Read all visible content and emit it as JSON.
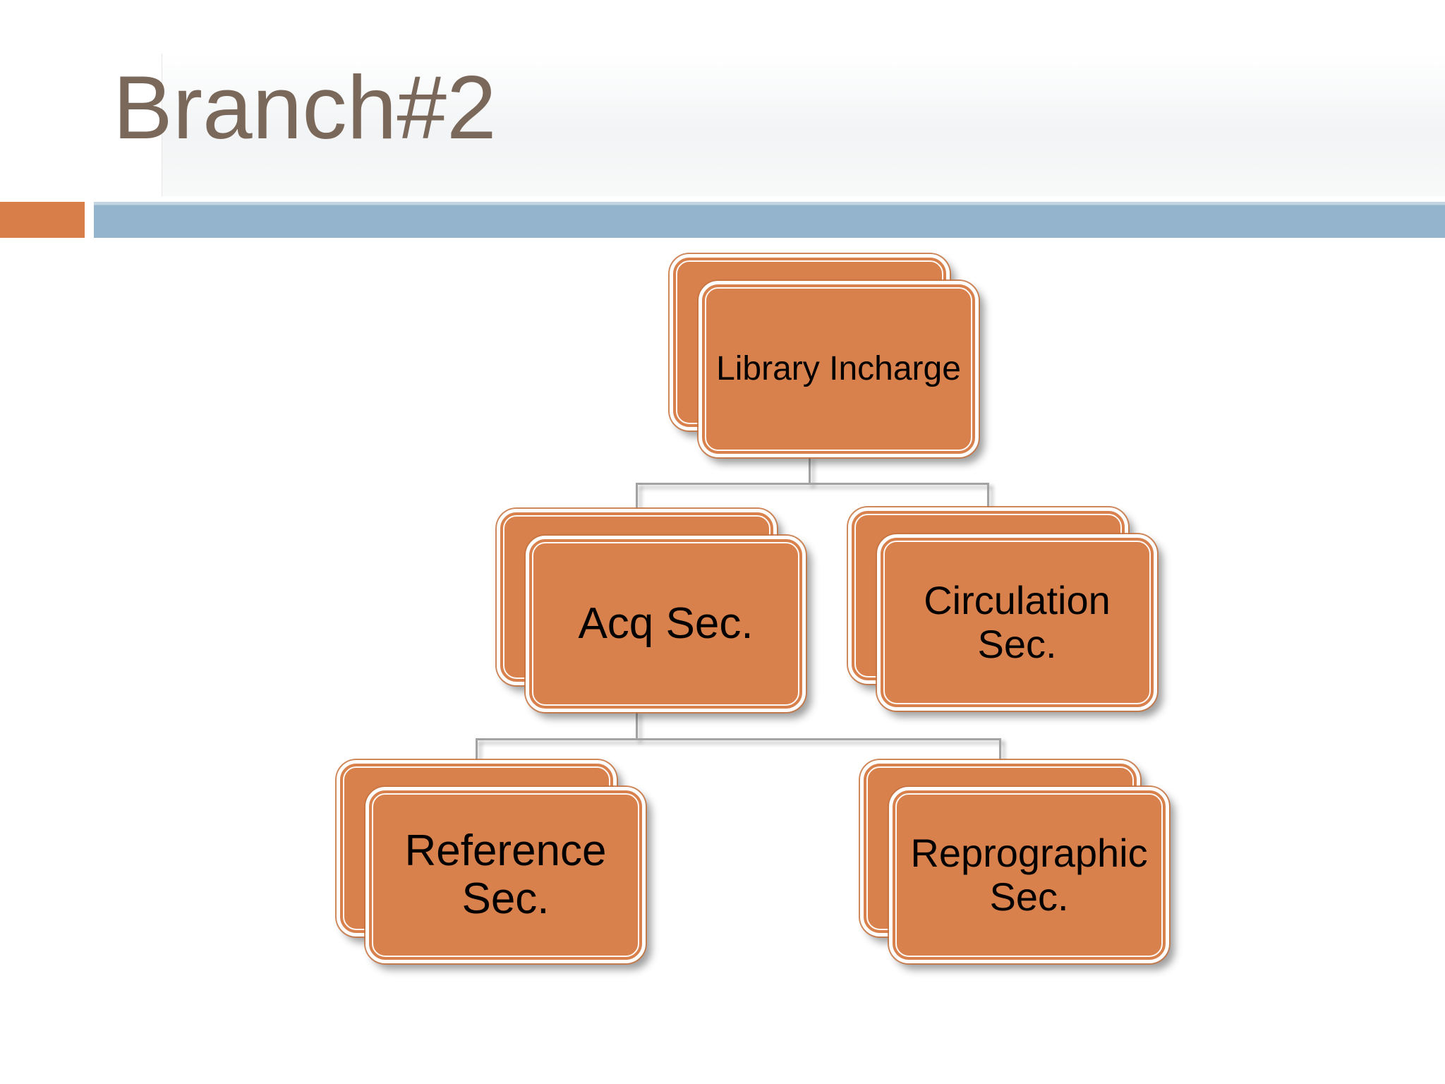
{
  "slide": {
    "title": "Branch#2",
    "theme": {
      "title_color": "#7A685B",
      "accent_orange": "#D8814C",
      "accent_blue": "#94B4CE",
      "band_orange": "#D87F49",
      "connector_gray": "#A3A3A3",
      "node_text_color": "#000000"
    }
  },
  "org_chart": {
    "type": "org-hierarchy",
    "nodes": [
      {
        "id": "library-incharge",
        "label": "Library Incharge",
        "level": 1
      },
      {
        "id": "acq-sec",
        "label": "Acq Sec.",
        "level": 2
      },
      {
        "id": "circulation-sec",
        "label": "Circulation Sec.",
        "level": 2
      },
      {
        "id": "reference-sec",
        "label": "Reference Sec.",
        "level": 3
      },
      {
        "id": "reprographic-sec",
        "label": "Reprographic Sec.",
        "level": 3
      }
    ],
    "edges": [
      {
        "from": "library-incharge",
        "to": "acq-sec"
      },
      {
        "from": "library-incharge",
        "to": "circulation-sec"
      },
      {
        "from": "acq-sec",
        "to": "reference-sec"
      },
      {
        "from": "acq-sec",
        "to": "reprographic-sec"
      }
    ]
  }
}
